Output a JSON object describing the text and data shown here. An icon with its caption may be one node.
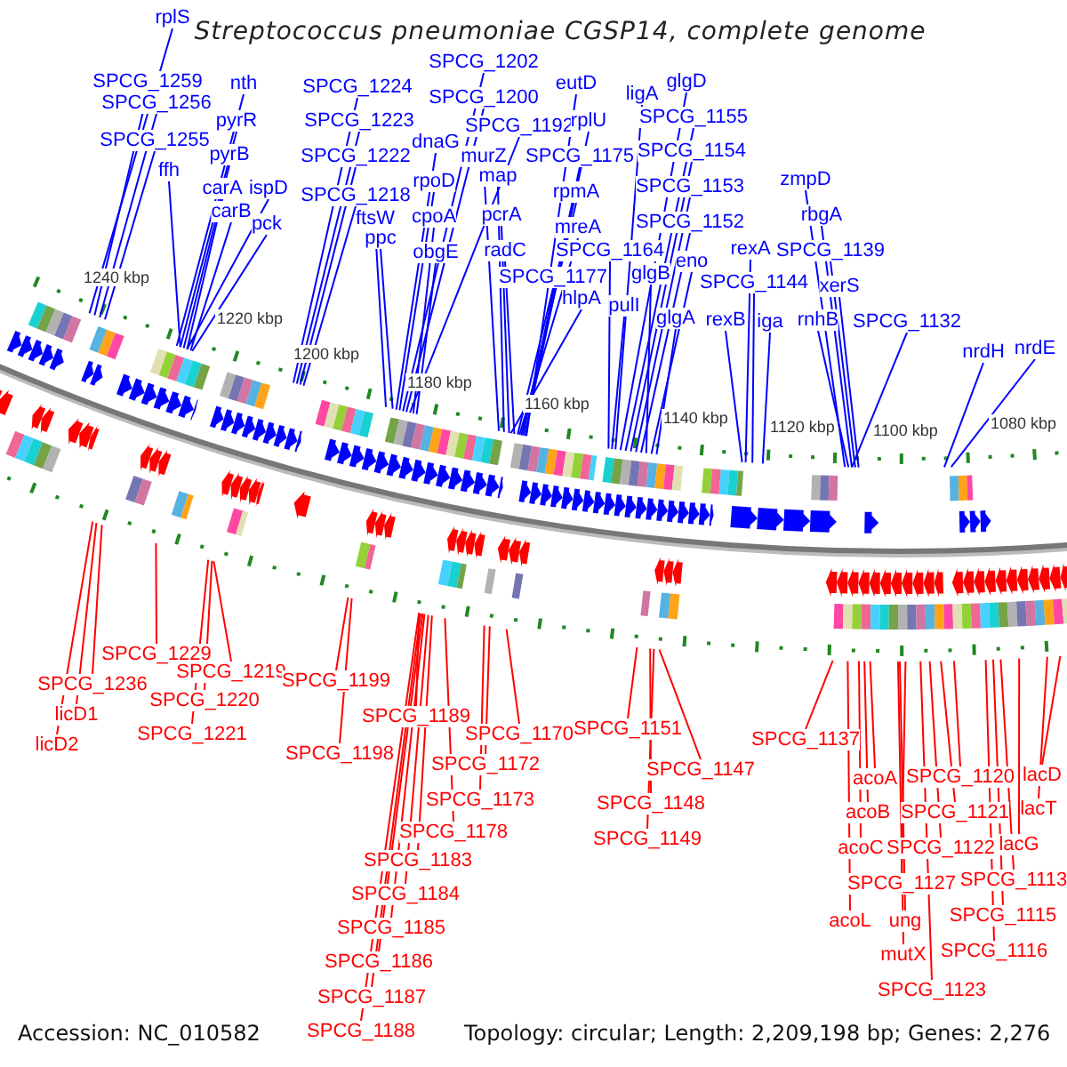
{
  "diagram": {
    "title": "Streptococcus pneumoniae CGSP14, complete genome",
    "nodes": [
      {
        "text": [
          "rplS"
        ]
      },
      {
        "text": [
          "SPCG_1259"
        ]
      },
      {
        "text": [
          "SPCG_1256"
        ]
      },
      {
        "text": [
          "SPCG_1255"
        ]
      },
      {
        "text": [
          "ffh"
        ]
      },
      {
        "text": [
          "nth"
        ]
      },
      {
        "text": [
          "pyrR"
        ]
      },
      {
        "text": [
          "pyrB"
        ]
      },
      {
        "text": [
          "carA"
        ]
      },
      {
        "text": [
          "carB"
        ]
      },
      {
        "text": [
          "ispD"
        ]
      },
      {
        "text": [
          "pck"
        ]
      },
      {
        "text": [
          "SPCG_1224"
        ]
      },
      {
        "text": [
          "SPCG_1223"
        ]
      },
      {
        "text": [
          "SPCG_1222"
        ]
      },
      {
        "text": [
          "SPCG_1218"
        ]
      },
      {
        "text": [
          "ftsW"
        ]
      },
      {
        "text": [
          "ppc"
        ]
      },
      {
        "text": [
          "SPCG_1202"
        ]
      },
      {
        "text": [
          "SPCG_1200"
        ]
      },
      {
        "text": [
          "SPCG_1192"
        ]
      },
      {
        "text": [
          "dnaG"
        ]
      },
      {
        "text": [
          "murZ"
        ]
      },
      {
        "text": [
          "map"
        ]
      },
      {
        "text": [
          "rpoD"
        ]
      },
      {
        "text": [
          "cpoA"
        ]
      },
      {
        "text": [
          "pcrA"
        ]
      },
      {
        "text": [
          "obgE"
        ]
      },
      {
        "text": [
          "radC"
        ]
      },
      {
        "text": [
          "SPCG_1177"
        ]
      },
      {
        "text": [
          "eutD"
        ]
      },
      {
        "text": [
          "rplU"
        ]
      },
      {
        "text": [
          "SPCG_1175"
        ]
      },
      {
        "text": [
          "rpmA"
        ]
      },
      {
        "text": [
          "mreA"
        ]
      },
      {
        "text": [
          "SPCG_1164"
        ]
      },
      {
        "text": [
          "hlpA"
        ]
      },
      {
        "text": [
          "pulI"
        ]
      },
      {
        "text": [
          "ligA"
        ]
      },
      {
        "text": [
          "glgD"
        ]
      },
      {
        "text": [
          "SPCG_1155"
        ]
      },
      {
        "text": [
          "SPCG_1154"
        ]
      },
      {
        "text": [
          "SPCG_1153"
        ]
      },
      {
        "text": [
          "SPCG_1152"
        ]
      },
      {
        "text": [
          "glgB"
        ]
      },
      {
        "text": [
          "eno"
        ]
      },
      {
        "text": [
          "glgA"
        ]
      },
      {
        "text": [
          "rexA"
        ]
      },
      {
        "text": [
          "SPCG_1144"
        ]
      },
      {
        "text": [
          "rexB"
        ]
      },
      {
        "text": [
          "iga"
        ]
      },
      {
        "text": [
          "zmpD"
        ]
      },
      {
        "text": [
          "rbgA"
        ]
      },
      {
        "text": [
          "SPCG_1139"
        ]
      },
      {
        "text": [
          "xerS"
        ]
      },
      {
        "text": [
          "rnhB"
        ]
      },
      {
        "text": [
          "SPCG_1132"
        ]
      },
      {
        "text": [
          "nrdH"
        ]
      },
      {
        "text": [
          "nrdE"
        ]
      },
      {
        "text": [
          "SPCG_1229"
        ]
      },
      {
        "text": [
          "SPCG_1236"
        ]
      },
      {
        "text": [
          "licD1"
        ]
      },
      {
        "text": [
          "licD2"
        ]
      },
      {
        "text": [
          "SPCG_1219"
        ]
      },
      {
        "text": [
          "SPCG_1220"
        ]
      },
      {
        "text": [
          "SPCG_1221"
        ]
      },
      {
        "text": [
          "SPCG_1199"
        ]
      },
      {
        "text": [
          "SPCG_1198"
        ]
      },
      {
        "text": [
          "SPCG_1189"
        ]
      },
      {
        "text": [
          "SPCG_1170"
        ]
      },
      {
        "text": [
          "SPCG_1172"
        ]
      },
      {
        "text": [
          "SPCG_1173"
        ]
      },
      {
        "text": [
          "SPCG_1178"
        ]
      },
      {
        "text": [
          "SPCG_1183"
        ]
      },
      {
        "text": [
          "SPCG_1184"
        ]
      },
      {
        "text": [
          "SPCG_1185"
        ]
      },
      {
        "text": [
          "SPCG_1186"
        ]
      },
      {
        "text": [
          "SPCG_1187"
        ]
      },
      {
        "text": [
          "SPCG_1188"
        ]
      },
      {
        "text": [
          "SPCG_1151"
        ]
      },
      {
        "text": [
          "SPCG_1147"
        ]
      },
      {
        "text": [
          "SPCG_1148"
        ]
      },
      {
        "text": [
          "SPCG_1149"
        ]
      },
      {
        "text": [
          "SPCG_1137"
        ]
      },
      {
        "text": [
          "acoA"
        ]
      },
      {
        "text": [
          "acoB"
        ]
      },
      {
        "text": [
          "acoC"
        ]
      },
      {
        "text": [
          "acoL"
        ]
      },
      {
        "text": [
          "SPCG_1120"
        ]
      },
      {
        "text": [
          "SPCG_1121"
        ]
      },
      {
        "text": [
          "SPCG_1122"
        ]
      },
      {
        "text": [
          "SPCG_1127"
        ]
      },
      {
        "text": [
          "ung"
        ]
      },
      {
        "text": [
          "mutX"
        ]
      },
      {
        "text": [
          "SPCG_1123"
        ]
      },
      {
        "text": [
          "lacD"
        ]
      },
      {
        "text": [
          "lacT"
        ]
      },
      {
        "text": [
          "lacG"
        ]
      },
      {
        "text": [
          "SPCG_1113"
        ]
      },
      {
        "text": [
          "SPCG_1115"
        ]
      },
      {
        "text": [
          "SPCG_1116"
        ]
      }
    ],
    "edges": [
      {
        "from": 0,
        "to": null,
        "arrow": "none"
      },
      {
        "from": 1,
        "to": null,
        "arrow": "none"
      },
      {
        "from": 2,
        "to": null,
        "arrow": "none"
      },
      {
        "from": 3,
        "to": null,
        "arrow": "none"
      },
      {
        "from": 4,
        "to": null,
        "arrow": "none"
      },
      {
        "from": 5,
        "to": null,
        "arrow": "none"
      },
      {
        "from": 6,
        "to": null,
        "arrow": "none"
      },
      {
        "from": 7,
        "to": null,
        "arrow": "none"
      },
      {
        "from": 8,
        "to": null,
        "arrow": "none"
      },
      {
        "from": 9,
        "to": null,
        "arrow": "none"
      },
      {
        "from": 10,
        "to": null,
        "arrow": "none"
      },
      {
        "from": 11,
        "to": null,
        "arrow": "none"
      },
      {
        "from": 12,
        "to": null,
        "arrow": "none"
      },
      {
        "from": 13,
        "to": null,
        "arrow": "none"
      },
      {
        "from": 14,
        "to": null,
        "arrow": "none"
      },
      {
        "from": 15,
        "to": null,
        "arrow": "none"
      },
      {
        "from": 16,
        "to": null,
        "arrow": "none"
      },
      {
        "from": 17,
        "to": null,
        "arrow": "none"
      },
      {
        "from": 18,
        "to": null,
        "arrow": "none"
      },
      {
        "from": 19,
        "to": null,
        "arrow": "none"
      },
      {
        "from": 20,
        "to": null,
        "arrow": "none"
      },
      {
        "from": 21,
        "to": null,
        "arrow": "none"
      },
      {
        "from": 22,
        "to": null,
        "arrow": "none"
      },
      {
        "from": 23,
        "to": null,
        "arrow": "none"
      },
      {
        "from": 24,
        "to": null,
        "arrow": "none"
      },
      {
        "from": 25,
        "to": null,
        "arrow": "none"
      },
      {
        "from": 26,
        "to": null,
        "arrow": "none"
      },
      {
        "from": 27,
        "to": null,
        "arrow": "none"
      },
      {
        "from": 28,
        "to": null,
        "arrow": "none"
      },
      {
        "from": 29,
        "to": null,
        "arrow": "none"
      },
      {
        "from": 30,
        "to": null,
        "arrow": "none"
      },
      {
        "from": 31,
        "to": null,
        "arrow": "none"
      },
      {
        "from": 32,
        "to": null,
        "arrow": "none"
      },
      {
        "from": 33,
        "to": null,
        "arrow": "none"
      },
      {
        "from": 34,
        "to": null,
        "arrow": "none"
      },
      {
        "from": 35,
        "to": null,
        "arrow": "none"
      },
      {
        "from": 36,
        "to": null,
        "arrow": "none"
      },
      {
        "from": 37,
        "to": null,
        "arrow": "none"
      },
      {
        "from": 38,
        "to": null,
        "arrow": "none"
      },
      {
        "from": 39,
        "to": null,
        "arrow": "none"
      },
      {
        "from": 40,
        "to": null,
        "arrow": "none"
      },
      {
        "from": 41,
        "to": null,
        "arrow": "none"
      },
      {
        "from": 42,
        "to": null,
        "arrow": "none"
      },
      {
        "from": 43,
        "to": null,
        "arrow": "none"
      },
      {
        "from": 44,
        "to": null,
        "arrow": "none"
      },
      {
        "from": 45,
        "to": null,
        "arrow": "none"
      },
      {
        "from": 46,
        "to": null,
        "arrow": "none"
      },
      {
        "from": 47,
        "to": null,
        "arrow": "none"
      },
      {
        "from": 48,
        "to": null,
        "arrow": "none"
      },
      {
        "from": 49,
        "to": null,
        "arrow": "none"
      },
      {
        "from": 50,
        "to": null,
        "arrow": "none"
      },
      {
        "from": 51,
        "to": null,
        "arrow": "none"
      },
      {
        "from": 52,
        "to": null,
        "arrow": "none"
      },
      {
        "from": 53,
        "to": null,
        "arrow": "none"
      },
      {
        "from": 54,
        "to": null,
        "arrow": "none"
      },
      {
        "from": 55,
        "to": null,
        "arrow": "none"
      },
      {
        "from": 56,
        "to": null,
        "arrow": "none"
      },
      {
        "from": 57,
        "to": null,
        "arrow": "none"
      },
      {
        "from": 58,
        "to": null,
        "arrow": "none"
      },
      {
        "from": 59,
        "to": null,
        "arrow": "none",
        "color": "#ff0000"
      },
      {
        "from": 60,
        "to": null,
        "arrow": "none",
        "color": "#ff0000"
      },
      {
        "from": 61,
        "to": null,
        "arrow": "none",
        "color": "#ff0000"
      },
      {
        "from": 62,
        "to": null,
        "arrow": "none",
        "color": "#ff0000"
      },
      {
        "from": 63,
        "to": null,
        "arrow": "none",
        "color": "#ff0000"
      },
      {
        "from": 64,
        "to": null,
        "arrow": "none",
        "color": "#ff0000"
      },
      {
        "from": 65,
        "to": null,
        "arrow": "none",
        "color": "#ff0000"
      },
      {
        "from": 66,
        "to": null,
        "arrow": "none",
        "color": "#ff0000"
      },
      {
        "from": 67,
        "to": null,
        "arrow": "none",
        "color": "#ff0000"
      },
      {
        "from": 68,
        "to": null,
        "arrow": "none",
        "color": "#ff0000"
      },
      {
        "from": 69,
        "to": null,
        "arrow": "none",
        "color": "#ff0000"
      },
      {
        "from": 70,
        "to": null,
        "arrow": "none",
        "color": "#ff0000"
      },
      {
        "from": 71,
        "to": null,
        "arrow": "none",
        "color": "#ff0000"
      },
      {
        "from": 72,
        "to": null,
        "arrow": "none",
        "color": "#ff0000"
      },
      {
        "from": 73,
        "to": null,
        "arrow": "none",
        "color": "#ff0000"
      },
      {
        "from": 74,
        "to": null,
        "arrow": "none",
        "color": "#ff0000"
      },
      {
        "from": 75,
        "to": null,
        "arrow": "none",
        "color": "#ff0000"
      },
      {
        "from": 76,
        "to": null,
        "arrow": "none",
        "color": "#ff0000"
      },
      {
        "from": 77,
        "to": null,
        "arrow": "none",
        "color": "#ff0000"
      },
      {
        "from": 78,
        "to": null,
        "arrow": "none",
        "color": "#ff0000"
      },
      {
        "from": 79,
        "to": null,
        "arrow": "none",
        "color": "#ff0000"
      },
      {
        "from": 80,
        "to": null,
        "arrow": "none",
        "color": "#ff0000"
      },
      {
        "from": 81,
        "to": null,
        "arrow": "none",
        "color": "#ff0000"
      },
      {
        "from": 82,
        "to": null,
        "arrow": "none",
        "color": "#ff0000"
      },
      {
        "from": 83,
        "to": null,
        "arrow": "none",
        "color": "#ff0000"
      },
      {
        "from": 84,
        "to": null,
        "arrow": "none",
        "color": "#ff0000"
      },
      {
        "from": 85,
        "to": null,
        "arrow": "none",
        "color": "#ff0000"
      },
      {
        "from": 86,
        "to": null,
        "arrow": "none",
        "color": "#ff0000"
      },
      {
        "from": 87,
        "to": null,
        "arrow": "none",
        "color": "#ff0000"
      },
      {
        "from": 88,
        "to": null,
        "arrow": "none",
        "color": "#ff0000"
      },
      {
        "from": 89,
        "to": null,
        "arrow": "none",
        "color": "#ff0000"
      },
      {
        "from": 90,
        "to": null,
        "arrow": "none",
        "color": "#ff0000"
      },
      {
        "from": 91,
        "to": null,
        "arrow": "none",
        "color": "#ff0000"
      },
      {
        "from": 92,
        "to": null,
        "arrow": "none",
        "color": "#ff0000"
      },
      {
        "from": 93,
        "to": null,
        "arrow": "none",
        "color": "#ff0000"
      },
      {
        "from": 94,
        "to": null,
        "arrow": "none",
        "color": "#ff0000"
      },
      {
        "from": 95,
        "to": null,
        "arrow": "none",
        "color": "#ff0000"
      },
      {
        "from": 96,
        "to": null,
        "arrow": "none",
        "color": "#ff0000"
      },
      {
        "from": 97,
        "to": null,
        "arrow": "none",
        "color": "#ff0000"
      },
      {
        "from": 98,
        "to": null,
        "arrow": "none",
        "color": "#ff0000"
      },
      {
        "from": 99,
        "to": null,
        "arrow": "none",
        "color": "#ff0000"
      },
      {
        "from": 100,
        "to": null,
        "arrow": "none",
        "color": "#ff0000"
      }
    ],
    "labels": [
      "1240 kbp",
      "1220 kbp",
      "1200 kbp",
      "1180 kbp",
      "1160 kbp",
      "1140 kbp",
      "1120 kbp",
      "1100 kbp",
      "1080 kbp",
      "Accession: NC_010582",
      "Topology: circular; Length: 2,209,198 bp; Genes: 2,276"
    ]
  }
}
